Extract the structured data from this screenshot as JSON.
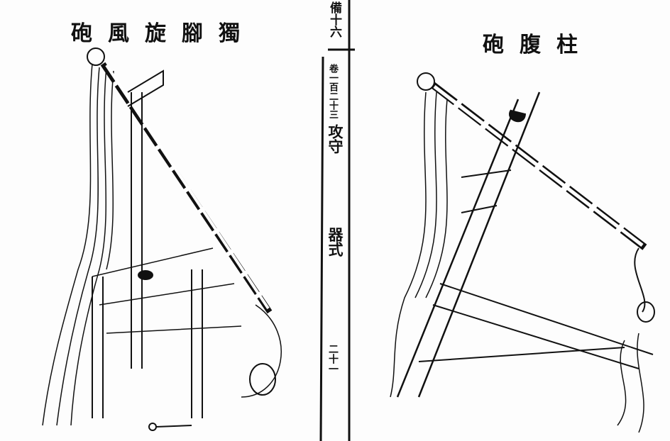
{
  "left_plate": {
    "title_chars": [
      "砲",
      "風",
      "旋",
      "腳",
      "獨"
    ]
  },
  "right_plate": {
    "title_chars": [
      "砲",
      "腹",
      "柱"
    ]
  },
  "gutter": {
    "top_text": "備十六",
    "volume": "卷一百二十三",
    "section_a": "攻守",
    "section_b": "器式",
    "page_number": "二十一"
  },
  "colors": {
    "ink": "#111111",
    "paper": "#fdfdfd"
  }
}
